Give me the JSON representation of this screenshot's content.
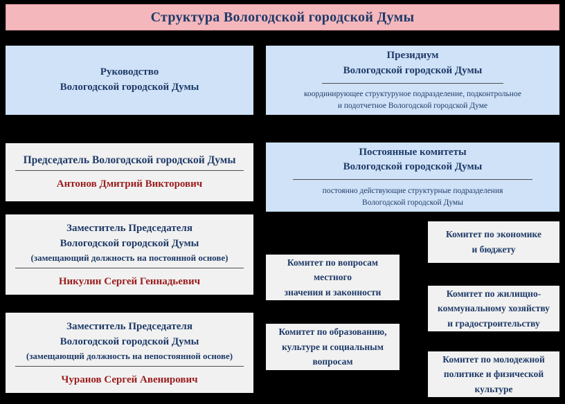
{
  "title": "Структура Вологодской городской Думы",
  "leadership": {
    "title": "Руководство\nВологодской городской Думы"
  },
  "presidium": {
    "title": "Президиум\nВологодской городской Думы",
    "note": "координирующее структуруное подразделение, подконтрольное\nи подотчетное Вологодской городской Думе"
  },
  "chairman": {
    "title": "Председатель Вологодской городской Думы",
    "name": "Антонов Дмитрий Викторович"
  },
  "standing_committees": {
    "title": "Постоянные комитеты\nВологодской городской Думы",
    "note": "постоянно действующие структурные подразделения\nВологодской городской Думы"
  },
  "deputy_permanent": {
    "title": "Заместитель Председателя\nВологодской городской Думы",
    "qualifier": "(замещающий должность на постоянной основе)",
    "name": "Никулин Сергей Геннадьевич"
  },
  "deputy_nonpermanent": {
    "title": "Заместитель Председателя\nВологодской городской Думы",
    "qualifier": "(замещающий должность на непостоянной основе)",
    "name": "Чуранов Сергей Авенирович"
  },
  "committees": [
    {
      "label": "Комитет по вопросам\nместного\nзначения и законности"
    },
    {
      "label": "Комитет по образованию,\nкультуре и социальным\nвопросам"
    },
    {
      "label": "Комитет по экономике\nи бюджету"
    },
    {
      "label": "Комитет по жилищно-\nкоммунальному хозяйству\nи градостроительству"
    },
    {
      "label": "Комитет по молодежной\nполитике и физической\nкультуре"
    }
  ],
  "colors": {
    "background": "#000000",
    "banner": "#f4b7bc",
    "blue_box": "#cfe2f7",
    "white_box": "#f1f1f1",
    "heading_text": "#1e3a68",
    "name_text": "#9b1c1c"
  }
}
